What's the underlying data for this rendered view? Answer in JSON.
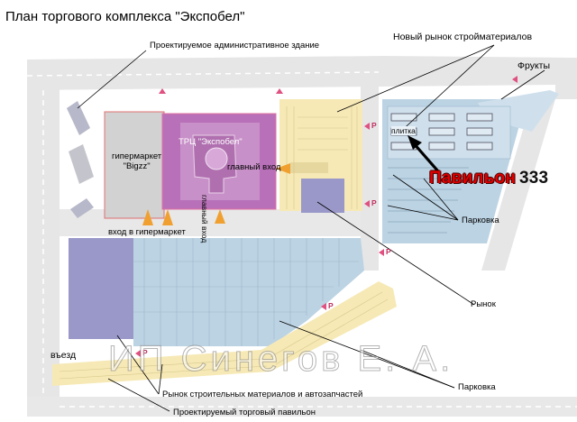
{
  "map": {
    "title": "План торгового комплекса \"Экспобел\"",
    "labels": {
      "admin_building": "Проектируемое административное здание",
      "new_market": "Новый рынок стройматериалов",
      "fruits": "Фрукты",
      "tile": "плитка",
      "pavilion_word": "Павильон",
      "pavilion_number": "333",
      "parking": "Парковка",
      "hypermarket": "гипермаркет\n\"Bigzz\"",
      "trc": "ТРЦ \"Экспобел\"",
      "main_entrance": "главный вход",
      "main_entrance_side": "главный вход",
      "hyper_entrance": "вход в гипермаркет",
      "market": "Рынок",
      "entry": "въезд",
      "parking_bottom": "Парковка",
      "building_market": "Рынок строительных материалов и автозапчастей",
      "projected_pavilion": "Проектируемый торговый павильон",
      "p_marker": "P"
    },
    "watermark": "ИП Синегов Е. А.",
    "colors": {
      "road": "#e4e4e4",
      "parking": "#bcd3e3",
      "market_yellow": "#f6e9b6",
      "trc": "#b870b8",
      "hypermarket": "#d0d0d0",
      "lot": "#9a98c8",
      "accent_red": "#e00000",
      "entrance_arrow": "#f0a030"
    }
  }
}
